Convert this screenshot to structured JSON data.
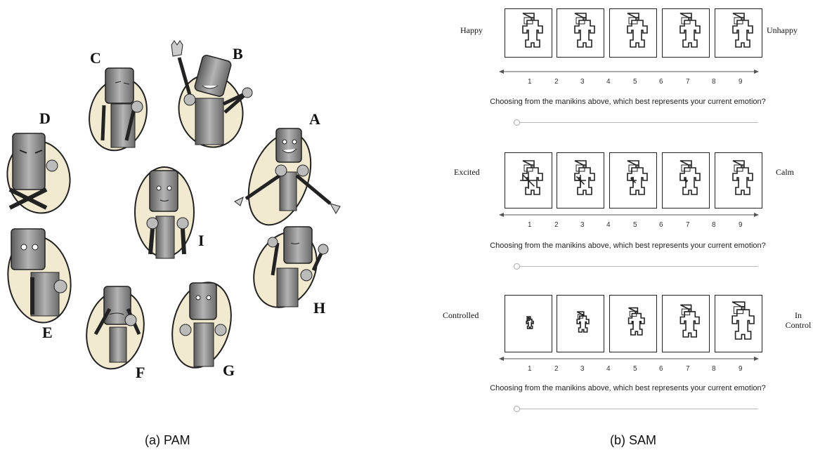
{
  "pam": {
    "letters": [
      "A",
      "B",
      "C",
      "D",
      "E",
      "F",
      "G",
      "H",
      "I"
    ],
    "caption": "(a) PAM"
  },
  "sam": {
    "caption": "(b) SAM",
    "ticks": [
      "1",
      "2",
      "3",
      "4",
      "5",
      "6",
      "7",
      "8",
      "9"
    ],
    "rows": [
      {
        "left": "Happy",
        "right": "Unhappy",
        "question": "Choosing from the manikins above, which best represents your current emotion?"
      },
      {
        "left": "Excited",
        "right": "Calm",
        "question": "Choosing from the manikins above, which best represents your current emotion?"
      },
      {
        "left": "Controlled",
        "right": "In Control",
        "question": "Choosing from the manikins above, which best represents your current emotion?"
      }
    ]
  },
  "colors": {
    "ellipse": "#f1ead0",
    "robot": "#8f8f8f",
    "ink": "#222222"
  }
}
